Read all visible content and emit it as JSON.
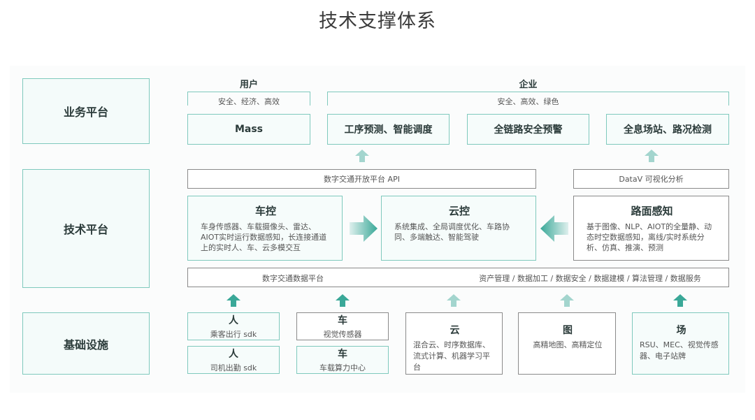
{
  "title": "技术支撑体系",
  "rows": {
    "business": "业务平台",
    "tech": "技术平台",
    "infra": "基础设施"
  },
  "business": {
    "user_head": "用户",
    "user_tags": "安全、经济、高效",
    "enterprise_head": "企业",
    "enterprise_tags": "安全、高效、绿色",
    "apps": [
      "Mass",
      "工序预测、智能调度",
      "全链路安全预警",
      "全息场站、路况检测"
    ]
  },
  "tech": {
    "open_api": "数字交通开放平台 API",
    "datav": "DataV 可视化分析",
    "vehicle": {
      "title": "车控",
      "desc": "车身传感器、车载摄像头、雷达、AIOT实时运行数据感知，长连接通道上的实时人、车、云多模交互"
    },
    "cloud": {
      "title": "云控",
      "desc": "系统集成、全局调度优化、车路协同、多端触达、智能驾驶"
    },
    "road": {
      "title": "路面感知",
      "desc": "基于图像、NLP、AIOT的全量静、动态时空数据感知，离线/实时系统分析、仿真、推演、预测"
    },
    "data_platform": "数字交通数据平台",
    "data_services": "资产管理 / 数据加工 / 数据安全 / 数据建模 / 算法管理 / 数据服务"
  },
  "infra": {
    "person1": {
      "title": "人",
      "desc": "乘客出行 sdk"
    },
    "person2": {
      "title": "人",
      "desc": "司机出勤 sdk"
    },
    "car1": {
      "title": "车",
      "desc": "视觉传感器"
    },
    "car2": {
      "title": "车",
      "desc": "车载算力中心"
    },
    "cloud": {
      "title": "云",
      "desc": "混合云、时序数据库、流式计算、机器学习平台"
    },
    "map": {
      "title": "图",
      "desc": "高精地图、高精定位"
    },
    "station": {
      "title": "场",
      "desc": "RSU、MEC、视觉传感器、电子站牌"
    }
  },
  "colors": {
    "teal_border": "#7fc9bd",
    "teal_arrow": "#3aa898",
    "gray_border": "#8a8a8a"
  }
}
